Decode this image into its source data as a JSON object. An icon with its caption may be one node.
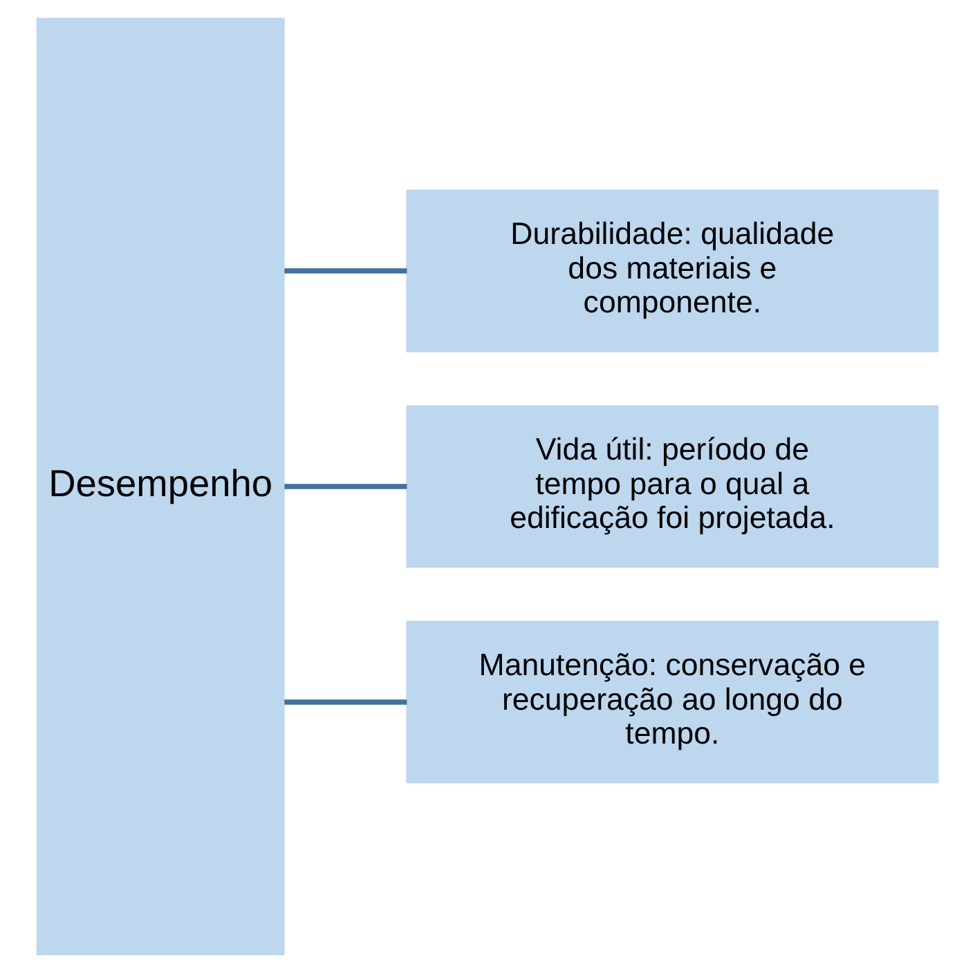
{
  "diagram": {
    "nodes": [
      {
        "text": [
          "Desempenho"
        ]
      },
      {
        "text": [
          "Durabilidade: qualidade dos materiais e componente."
        ]
      },
      {
        "text": [
          "Vida útil: período de tempo para o qual a edificação foi projetada."
        ]
      },
      {
        "text": [
          "Manutenção: conservação e recuperação ao longo do tempo."
        ]
      }
    ],
    "edges": [
      {
        "from": 0,
        "to": 1,
        "arrow": "none"
      },
      {
        "from": 0,
        "to": 2,
        "arrow": "none"
      },
      {
        "from": 0,
        "to": 3,
        "arrow": "none"
      }
    ]
  }
}
